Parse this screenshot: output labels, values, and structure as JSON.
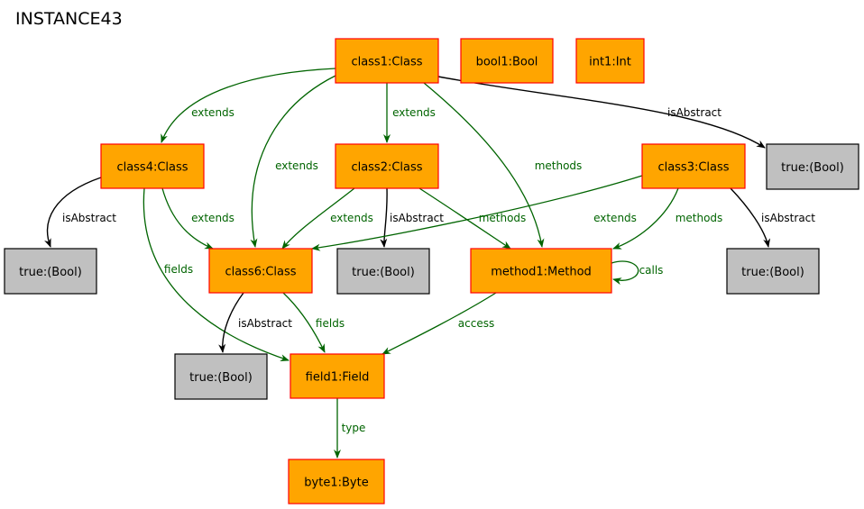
{
  "title": "INSTANCE43",
  "colors": {
    "object_fill": "#ffa500",
    "object_stroke": "#ff0000",
    "value_fill": "#c0c0c0",
    "value_stroke": "#000000",
    "edge_green": "#006400",
    "edge_black": "#000000"
  },
  "nodes": [
    {
      "id": "class1",
      "label": "class1:Class",
      "kind": "object"
    },
    {
      "id": "bool1",
      "label": "bool1:Bool",
      "kind": "object"
    },
    {
      "id": "int1",
      "label": "int1:Int",
      "kind": "object"
    },
    {
      "id": "class4",
      "label": "class4:Class",
      "kind": "object"
    },
    {
      "id": "class2",
      "label": "class2:Class",
      "kind": "object"
    },
    {
      "id": "class3",
      "label": "class3:Class",
      "kind": "object"
    },
    {
      "id": "true_a",
      "label": "true:(Bool)",
      "kind": "value"
    },
    {
      "id": "true_b",
      "label": "true:(Bool)",
      "kind": "value"
    },
    {
      "id": "class6",
      "label": "class6:Class",
      "kind": "object"
    },
    {
      "id": "true_c",
      "label": "true:(Bool)",
      "kind": "value"
    },
    {
      "id": "method1",
      "label": "method1:Method",
      "kind": "object"
    },
    {
      "id": "true_d",
      "label": "true:(Bool)",
      "kind": "value"
    },
    {
      "id": "true_e",
      "label": "true:(Bool)",
      "kind": "value"
    },
    {
      "id": "field1",
      "label": "field1:Field",
      "kind": "object"
    },
    {
      "id": "byte1",
      "label": "byte1:Byte",
      "kind": "object"
    }
  ],
  "edges": [
    {
      "id": "e1",
      "from": "class1",
      "to": "class4",
      "label": "extends",
      "color": "green"
    },
    {
      "id": "e2",
      "from": "class1",
      "to": "class6",
      "label": "extends",
      "color": "green"
    },
    {
      "id": "e3",
      "from": "class1",
      "to": "class2",
      "label": "extends",
      "color": "green"
    },
    {
      "id": "e4",
      "from": "class1",
      "to": "method1",
      "label": "methods",
      "color": "green"
    },
    {
      "id": "e5",
      "from": "class1",
      "to": "true_a",
      "label": "isAbstract",
      "color": "black"
    },
    {
      "id": "e6",
      "from": "class4",
      "to": "true_b",
      "label": "isAbstract",
      "color": "black"
    },
    {
      "id": "e7",
      "from": "class4",
      "to": "class6",
      "label": "extends",
      "color": "green"
    },
    {
      "id": "e8",
      "from": "class4",
      "to": "field1",
      "label": "fields",
      "color": "green"
    },
    {
      "id": "e9",
      "from": "class2",
      "to": "class6",
      "label": "extends",
      "color": "green"
    },
    {
      "id": "e10",
      "from": "class2",
      "to": "true_c",
      "label": "isAbstract",
      "color": "black"
    },
    {
      "id": "e11",
      "from": "class2",
      "to": "method1",
      "label": "methods",
      "color": "green"
    },
    {
      "id": "e12",
      "from": "class3",
      "to": "class6",
      "label": "extends",
      "color": "green"
    },
    {
      "id": "e13",
      "from": "class3",
      "to": "method1",
      "label": "methods",
      "color": "green"
    },
    {
      "id": "e14",
      "from": "class3",
      "to": "true_d",
      "label": "isAbstract",
      "color": "black"
    },
    {
      "id": "e15",
      "from": "method1",
      "to": "method1",
      "label": "calls",
      "color": "green"
    },
    {
      "id": "e16",
      "from": "class6",
      "to": "true_e",
      "label": "isAbstract",
      "color": "black"
    },
    {
      "id": "e17",
      "from": "class6",
      "to": "field1",
      "label": "fields",
      "color": "green"
    },
    {
      "id": "e18",
      "from": "method1",
      "to": "field1",
      "label": "access",
      "color": "green"
    },
    {
      "id": "e19",
      "from": "field1",
      "to": "byte1",
      "label": "type",
      "color": "green"
    }
  ]
}
